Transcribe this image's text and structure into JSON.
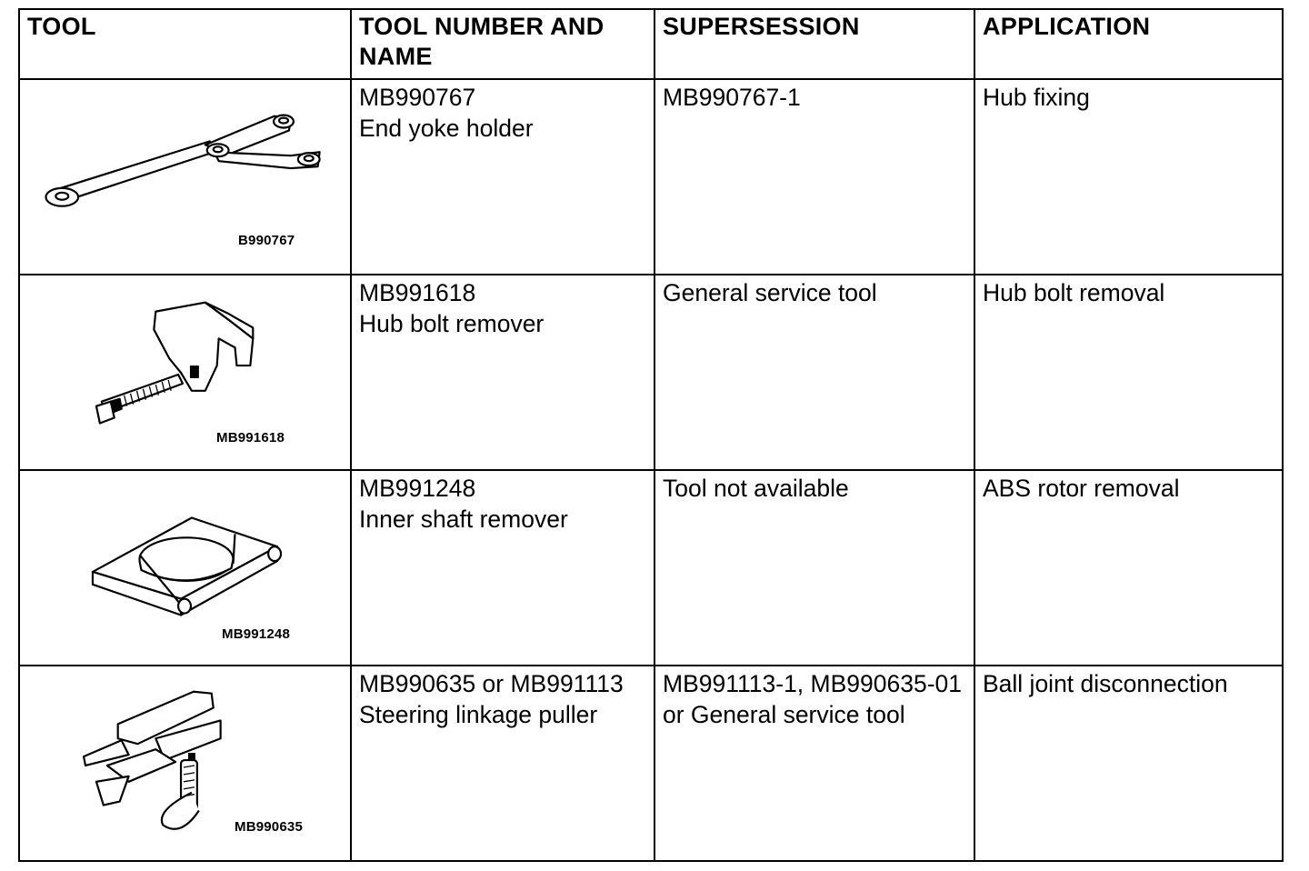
{
  "headers": {
    "tool": "TOOL",
    "tool_number_and_name": "TOOL NUMBER AND NAME",
    "supersession": "SUPERSESSION",
    "application": "APPLICATION"
  },
  "rows": [
    {
      "image_label": "B990767",
      "icon": "end-yoke-holder-illustration",
      "number": "MB990767",
      "name": "End yoke holder",
      "supersession": "MB990767-1",
      "application": "Hub fixing"
    },
    {
      "image_label": "MB991618",
      "icon": "hub-bolt-remover-illustration",
      "number": "MB991618",
      "name": "Hub bolt remover",
      "supersession": "General service tool",
      "application": "Hub bolt removal"
    },
    {
      "image_label": "MB991248",
      "icon": "inner-shaft-remover-illustration",
      "number": "MB991248",
      "name": "Inner shaft remover",
      "supersession": "Tool not available",
      "application": "ABS rotor removal"
    },
    {
      "image_label": "MB990635",
      "icon": "steering-linkage-puller-illustration",
      "number": "MB990635 or MB991113",
      "name": "Steering linkage puller",
      "supersession": "MB991113-1, MB990635-01 or General service tool",
      "application": "Ball joint disconnection"
    }
  ]
}
